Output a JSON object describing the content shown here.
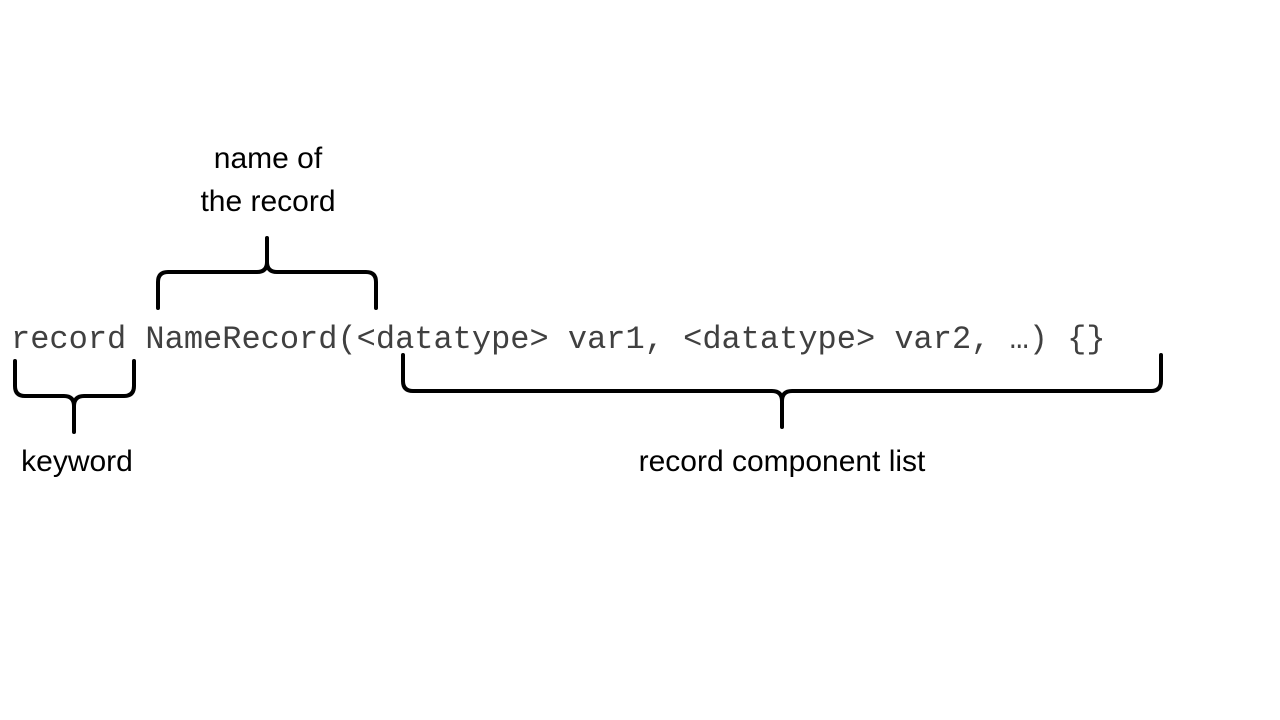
{
  "code": {
    "keyword": "record",
    "space1": " ",
    "record_name": "NameRecord",
    "open_paren": "(",
    "components": "<datatype> var1, <datatype> var2, …",
    "close_paren": ")",
    "space2": " ",
    "body": "{}"
  },
  "labels": {
    "name_line1": "name of",
    "name_line2": "the record",
    "keyword": "keyword",
    "component_list": "record component list"
  }
}
